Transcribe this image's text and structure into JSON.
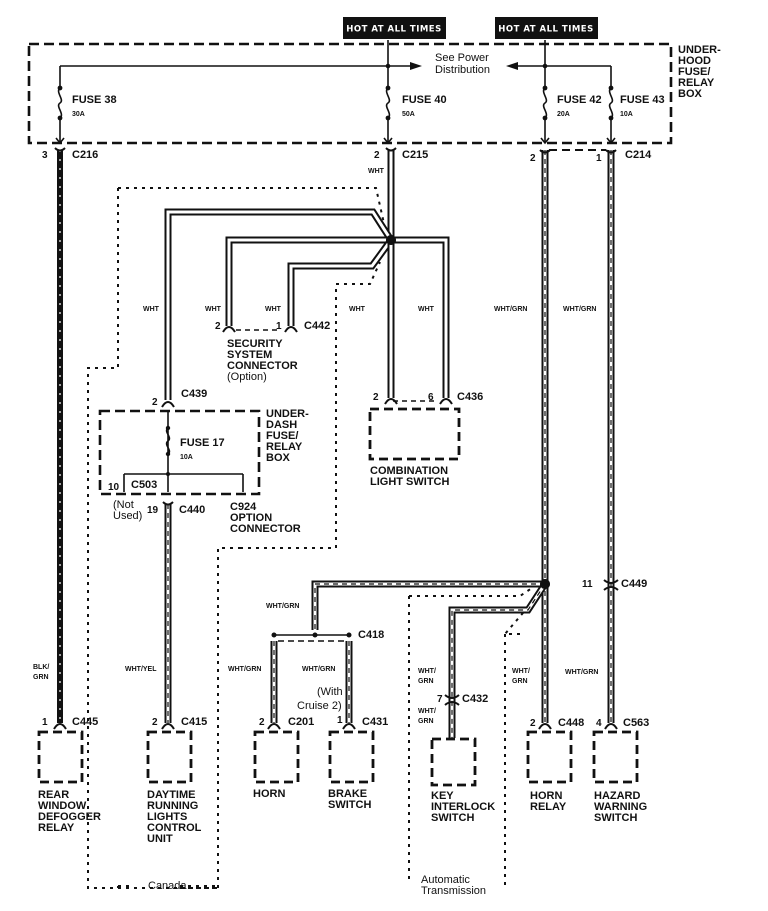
{
  "diagram": {
    "power_labels": [
      "HOT AT ALL TIMES",
      "HOT AT ALL TIMES"
    ],
    "underhood_box": {
      "label_lines": [
        "UNDER-",
        "HOOD",
        "FUSE/",
        "RELAY",
        "BOX"
      ],
      "see_power_lines": [
        "See Power",
        "Distribution"
      ]
    },
    "fuses": [
      {
        "name": "FUSE 38",
        "rating": "30A"
      },
      {
        "name": "FUSE 40",
        "rating": "50A"
      },
      {
        "name": "FUSE 42",
        "rating": "20A"
      },
      {
        "name": "FUSE 43",
        "rating": "10A"
      },
      {
        "name": "FUSE 17",
        "rating": "10A"
      }
    ],
    "connectors": {
      "c216": {
        "id": "C216",
        "pin": "3"
      },
      "c215": {
        "id": "C215",
        "pin": "2"
      },
      "c214": {
        "id": "C214",
        "pin_a": "2",
        "pin_b": "1"
      },
      "c442": {
        "id": "C442",
        "pin_a": "2",
        "pin_b": "1"
      },
      "c439": {
        "id": "C439",
        "pin": "2"
      },
      "c436": {
        "id": "C436",
        "pin_a": "2",
        "pin_b": "6"
      },
      "c503": {
        "id": "C503",
        "pin": "10"
      },
      "c440": {
        "id": "C440",
        "pin": "19"
      },
      "c924": {
        "id": "C924"
      },
      "c418": {
        "id": "C418"
      },
      "c449": {
        "id": "C449",
        "pin": "11"
      },
      "c432": {
        "id": "C432",
        "pin": "7"
      },
      "c445": {
        "id": "C445",
        "pin": "1"
      },
      "c415": {
        "id": "C415",
        "pin": "2"
      },
      "c201": {
        "id": "C201",
        "pin": "2"
      },
      "c431": {
        "id": "C431",
        "pin": "1"
      },
      "c448": {
        "id": "C448",
        "pin": "2"
      },
      "c563": {
        "id": "C563",
        "pin": "4"
      }
    },
    "wire_colors": {
      "wht": "WHT",
      "wht_grn": "WHT/GRN",
      "wht_grn_split": [
        "WHT/",
        "GRN"
      ],
      "blk_grn_split": [
        "BLK/",
        "GRN"
      ],
      "wht_yel": "WHT/YEL"
    },
    "underdash_box": {
      "label_lines": [
        "UNDER-",
        "DASH",
        "FUSE/",
        "RELAY",
        "BOX"
      ]
    },
    "notes": {
      "not_used": [
        "(Not",
        "Used)"
      ],
      "option_connector": [
        "C924",
        "OPTION",
        "CONNECTOR"
      ],
      "with_cruise": [
        "(With",
        "Cruise 2)"
      ],
      "canada": "Canada",
      "automatic_transmission": [
        "Automatic",
        "Transmission"
      ]
    },
    "components": {
      "security": [
        "SECURITY",
        "SYSTEM",
        "CONNECTOR",
        "(Option)"
      ],
      "combination": [
        "COMBINATION",
        "LIGHT SWITCH"
      ],
      "rear_defogger": [
        "REAR",
        "WINDOW",
        "DEFOGGER",
        "RELAY"
      ],
      "drl": [
        "DAYTIME",
        "RUNNING",
        "LIGHTS",
        "CONTROL",
        "UNIT"
      ],
      "horn": [
        "HORN"
      ],
      "brake": [
        "BRAKE",
        "SWITCH"
      ],
      "key_interlock": [
        "KEY",
        "INTERLOCK",
        "SWITCH"
      ],
      "horn_relay": [
        "HORN",
        "RELAY"
      ],
      "hazard": [
        "HAZARD",
        "WARNING",
        "SWITCH"
      ]
    }
  }
}
